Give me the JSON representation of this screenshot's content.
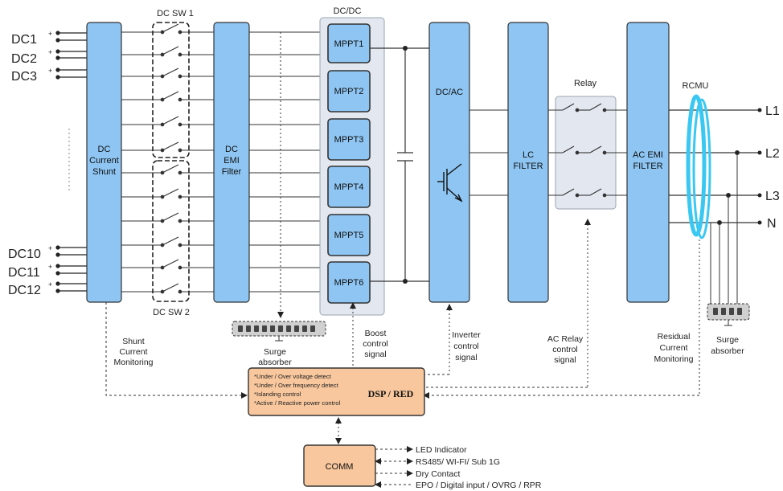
{
  "inputs": {
    "top": [
      "DC1",
      "DC2",
      "DC3"
    ],
    "bottom": [
      "DC10",
      "DC11",
      "DC12"
    ],
    "plus": "+",
    "minus": "-"
  },
  "blocks": {
    "dc_shunt": [
      "DC",
      "Current",
      "Shunt"
    ],
    "dc_emi": [
      "DC",
      "EMI",
      "Filter"
    ],
    "dcdc_title": "DC/DC",
    "mppt": [
      "MPPT1",
      "MPPT2",
      "MPPT3",
      "MPPT4",
      "MPPT5",
      "MPPT6"
    ],
    "dcac": "DC/AC",
    "lc_filter": [
      "LC",
      "FILTER"
    ],
    "relay_title": "Relay",
    "ac_emi": [
      "AC EMI",
      "FILTER"
    ],
    "rcmu": "RCMU",
    "dsp": "DSP / RED",
    "dsp_notes": [
      "*Under / Over voltage detect",
      "*Under / Over frequency detect",
      "*Islanding control",
      "*Active / Reactive power control"
    ],
    "comm": "COMM"
  },
  "switches": {
    "sw1": "DC SW 1",
    "sw2": "DC SW 2"
  },
  "outputs": [
    "L1",
    "L2",
    "L3",
    "N"
  ],
  "annotations": {
    "shunt_monitor": [
      "Shunt",
      "Current",
      "Monitoring"
    ],
    "surge_left": [
      "Surge",
      "absorber"
    ],
    "boost": [
      "Boost",
      "control",
      "signal"
    ],
    "inverter": [
      "Inverter",
      "control",
      "signal"
    ],
    "ac_relay": [
      "AC Relay",
      "control",
      "signal"
    ],
    "residual": [
      "Residual",
      "Current",
      "Monitoring"
    ],
    "surge_right": [
      "Surge",
      "absorber"
    ]
  },
  "comm_outputs": [
    "LED Indicator",
    "RS485/ WI-FI/ Sub 1G",
    "Dry Contact",
    "EPO / Digital input / OVRG / RPR"
  ],
  "colors": {
    "block_blue": "#8ec5f2",
    "dsp_orange": "#f8c79d",
    "dcdc_panel": "#e3e8f0",
    "rcmu_cyan": "#3ac8f2",
    "surge_gray": "#d0d0d0"
  }
}
